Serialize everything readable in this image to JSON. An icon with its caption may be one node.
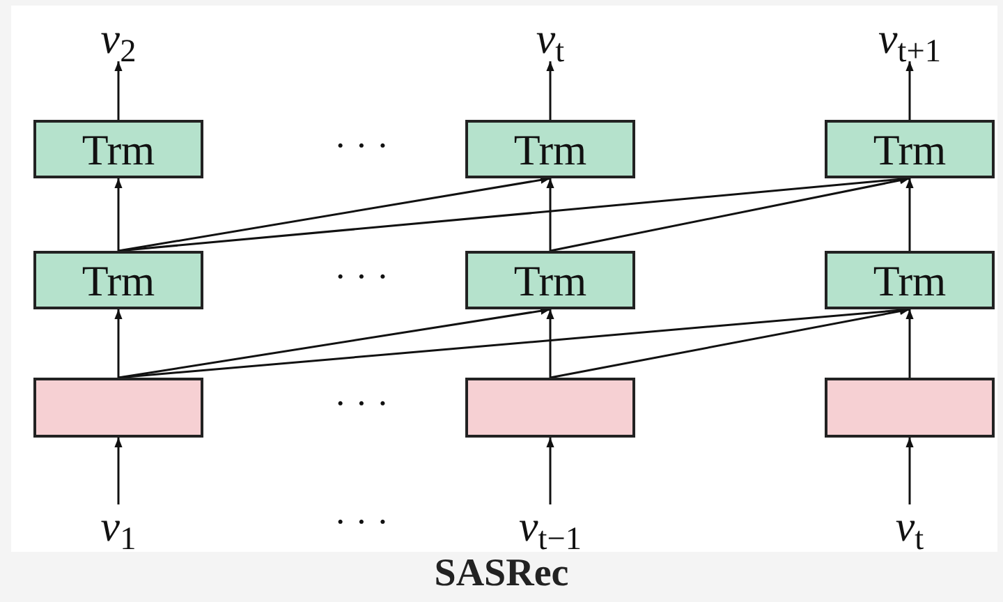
{
  "diagram": {
    "caption": "SASRec",
    "nodes": [
      {
        "text": [
          "*v*$_{2}$"
        ]
      },
      {
        "text": [
          "*v*$_{t}$"
        ]
      },
      {
        "text": [
          "*v*$_{t+1}$"
        ]
      },
      {
        "text": [
          "Trm"
        ]
      },
      {
        "text": [
          "Trm"
        ]
      },
      {
        "text": [
          "Trm"
        ]
      },
      {
        "text": [
          "Trm"
        ]
      },
      {
        "text": [
          "Trm"
        ]
      },
      {
        "text": [
          "Trm"
        ]
      },
      {
        "text": [],
        "shape": "box"
      },
      {
        "text": [],
        "shape": "box"
      },
      {
        "text": [],
        "shape": "box"
      },
      {
        "text": [
          "*v*$_{1}$"
        ]
      },
      {
        "text": [
          "*v*$_{t−1}$"
        ]
      },
      {
        "text": [
          "*v*$_{t}$"
        ]
      }
    ],
    "edges": [
      {
        "from": 3,
        "to": 0,
        "arrow": "to"
      },
      {
        "from": 4,
        "to": 1,
        "arrow": "to"
      },
      {
        "from": 5,
        "to": 2,
        "arrow": "to"
      },
      {
        "from": 6,
        "to": 3,
        "arrow": "to"
      },
      {
        "from": 7,
        "to": 4,
        "arrow": "to"
      },
      {
        "from": 8,
        "to": 5,
        "arrow": "to"
      },
      {
        "from": 6,
        "to": 4,
        "arrow": "to"
      },
      {
        "from": 6,
        "to": 5,
        "arrow": "to"
      },
      {
        "from": 7,
        "to": 5,
        "arrow": "to"
      },
      {
        "from": 9,
        "to": 6,
        "arrow": "to"
      },
      {
        "from": 10,
        "to": 7,
        "arrow": "to"
      },
      {
        "from": 11,
        "to": 8,
        "arrow": "to"
      },
      {
        "from": 9,
        "to": 7,
        "arrow": "to"
      },
      {
        "from": 9,
        "to": 8,
        "arrow": "to"
      },
      {
        "from": 10,
        "to": 8,
        "arrow": "to"
      },
      {
        "from": 12,
        "to": 9,
        "arrow": "to"
      },
      {
        "from": 13,
        "to": 10,
        "arrow": "to"
      },
      {
        "from": 14,
        "to": 11,
        "arrow": "to"
      }
    ],
    "labels": [
      "· · ·",
      "· · ·",
      "· · ·",
      "· · ·"
    ]
  }
}
